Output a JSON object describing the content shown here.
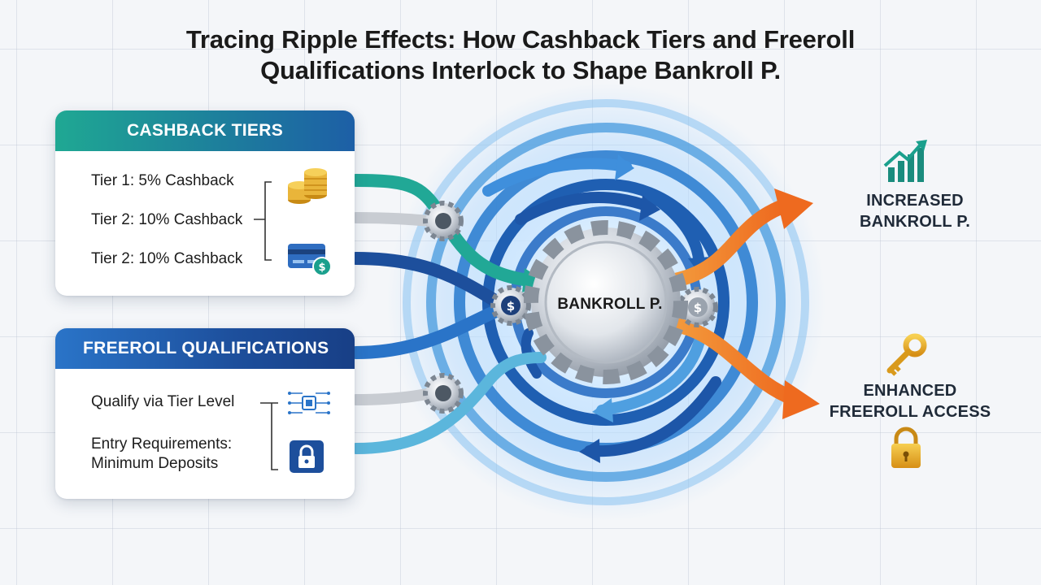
{
  "title": {
    "line1": "Tracing Ripple Effects: How Cashback Tiers and Freeroll",
    "line2": "Qualifications Interlock to Shape Bankroll P."
  },
  "cashback_panel": {
    "header": "CASHBACK TIERS",
    "rows": [
      "Tier 1: 5% Cashback",
      "Tier 2: 10% Cashback",
      "Tier 2: 10% Cashback"
    ],
    "icons": [
      "coins-icon",
      "credit-card-icon"
    ]
  },
  "freeroll_panel": {
    "header": "FREEROLL QUALIFICATIONS",
    "rows": [
      "Qualify via Tier Level",
      "Entry Requirements:",
      "Minimum Deposits"
    ],
    "icons": [
      "circuit-chip-icon",
      "padlock-icon"
    ]
  },
  "center": {
    "label": "BANKROLL P."
  },
  "outcomes": [
    {
      "line1": "INCREASED",
      "line2": "BANKROLL P.",
      "icon": "growth-chart-icon"
    },
    {
      "line1": "ENHANCED",
      "line2": "FREEROLL ACCESS",
      "icon": "key-and-padlock-icon"
    }
  ],
  "colors": {
    "teal": "#1fa893",
    "blue": "#2a74c8",
    "navy": "#1d4f9c",
    "orange": "#f07a2a",
    "gold": "#e2a826"
  }
}
